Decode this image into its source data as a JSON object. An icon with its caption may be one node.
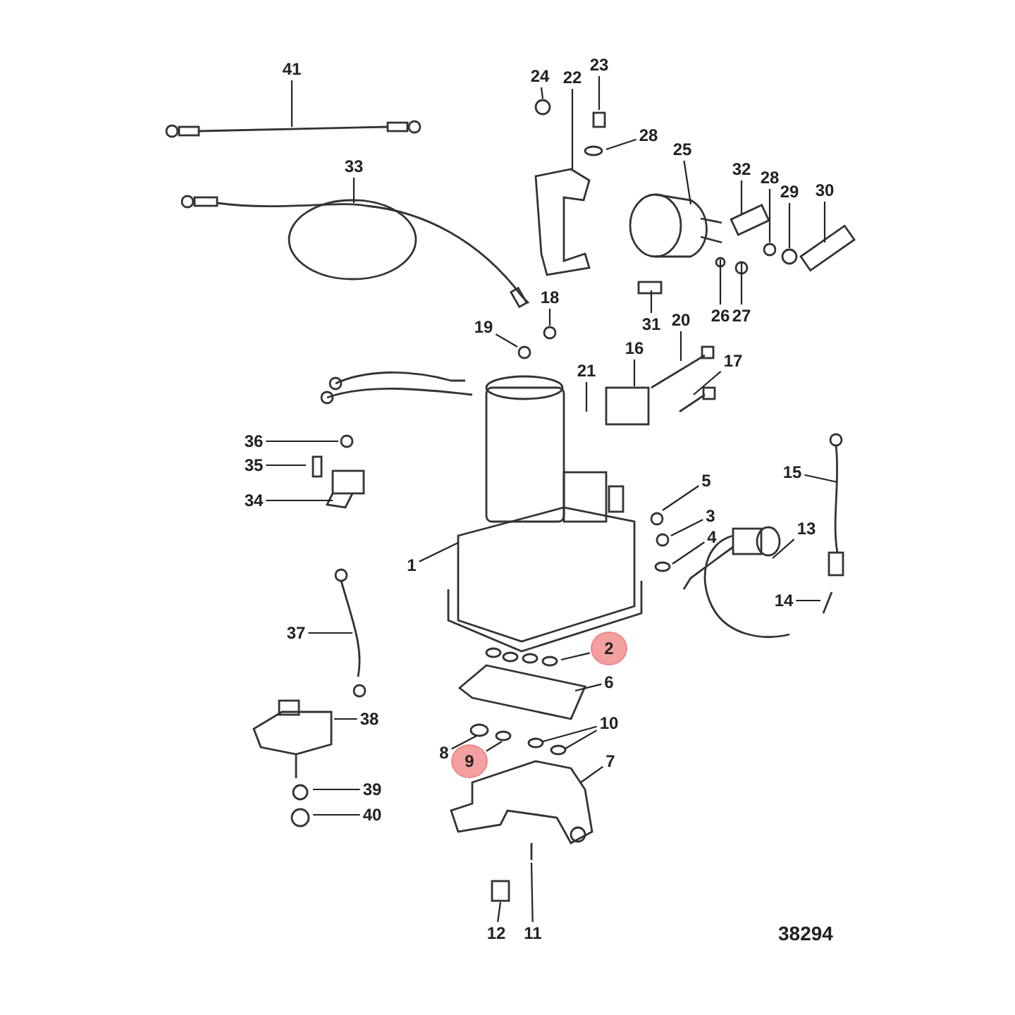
{
  "diagram": {
    "nodes": [
      {
        "text": [
          "41"
        ]
      },
      {
        "text": [
          "24"
        ]
      },
      {
        "text": [
          "22"
        ]
      },
      {
        "text": [
          "23"
        ]
      },
      {
        "text": [
          "28"
        ]
      },
      {
        "text": [
          "25"
        ]
      },
      {
        "text": [
          "32"
        ]
      },
      {
        "text": [
          "28"
        ]
      },
      {
        "text": [
          "29"
        ]
      },
      {
        "text": [
          "30"
        ]
      },
      {
        "text": [
          "33"
        ]
      },
      {
        "text": [
          "18"
        ]
      },
      {
        "text": [
          "19"
        ]
      },
      {
        "text": [
          "31"
        ]
      },
      {
        "text": [
          "26"
        ]
      },
      {
        "text": [
          "27"
        ]
      },
      {
        "text": [
          "20"
        ]
      },
      {
        "text": [
          "16"
        ]
      },
      {
        "text": [
          "21"
        ]
      },
      {
        "text": [
          "17"
        ]
      },
      {
        "text": [
          "36"
        ]
      },
      {
        "text": [
          "35"
        ]
      },
      {
        "text": [
          "5"
        ]
      },
      {
        "text": [
          "34"
        ]
      },
      {
        "text": [
          "15"
        ]
      },
      {
        "text": [
          "3"
        ]
      },
      {
        "text": [
          "13"
        ]
      },
      {
        "text": [
          "4"
        ]
      },
      {
        "text": [
          "1"
        ]
      },
      {
        "text": [
          "14"
        ]
      },
      {
        "text": [
          "37"
        ]
      },
      {
        "text": [
          "2"
        ]
      },
      {
        "text": [
          "6"
        ]
      },
      {
        "text": [
          "38"
        ]
      },
      {
        "text": [
          "10"
        ]
      },
      {
        "text": [
          "8"
        ]
      },
      {
        "text": [
          "9"
        ]
      },
      {
        "text": [
          "7"
        ]
      },
      {
        "text": [
          "39"
        ]
      },
      {
        "text": [
          "40"
        ]
      },
      {
        "text": [
          "12"
        ]
      },
      {
        "text": [
          "11"
        ]
      }
    ],
    "edges": [
      {
        "from": 0,
        "to": null,
        "arrow": "none"
      },
      {
        "from": 1,
        "to": null,
        "arrow": "none"
      },
      {
        "from": 2,
        "to": null,
        "arrow": "none"
      },
      {
        "from": 3,
        "to": null,
        "arrow": "none"
      },
      {
        "from": 4,
        "to": null,
        "arrow": "none"
      },
      {
        "from": 5,
        "to": null,
        "arrow": "none"
      },
      {
        "from": 6,
        "to": null,
        "arrow": "none"
      },
      {
        "from": 7,
        "to": null,
        "arrow": "none"
      },
      {
        "from": 8,
        "to": null,
        "arrow": "none"
      },
      {
        "from": 9,
        "to": null,
        "arrow": "none"
      },
      {
        "from": 10,
        "to": null,
        "arrow": "none"
      },
      {
        "from": 11,
        "to": null,
        "arrow": "none"
      },
      {
        "from": 12,
        "to": null,
        "arrow": "none"
      },
      {
        "from": 13,
        "to": null,
        "arrow": "none"
      },
      {
        "from": 14,
        "to": null,
        "arrow": "none"
      },
      {
        "from": 15,
        "to": null,
        "arrow": "none"
      },
      {
        "from": 16,
        "to": null,
        "arrow": "none"
      },
      {
        "from": 17,
        "to": null,
        "arrow": "none"
      },
      {
        "from": 18,
        "to": null,
        "arrow": "none"
      },
      {
        "from": 19,
        "to": null,
        "arrow": "none"
      },
      {
        "from": 20,
        "to": null,
        "arrow": "none"
      },
      {
        "from": 21,
        "to": null,
        "arrow": "none"
      },
      {
        "from": 22,
        "to": null,
        "arrow": "none"
      },
      {
        "from": 23,
        "to": null,
        "arrow": "none"
      },
      {
        "from": 24,
        "to": null,
        "arrow": "none"
      },
      {
        "from": 25,
        "to": null,
        "arrow": "none"
      },
      {
        "from": 26,
        "to": null,
        "arrow": "none"
      },
      {
        "from": 27,
        "to": null,
        "arrow": "none"
      },
      {
        "from": 28,
        "to": null,
        "arrow": "none"
      },
      {
        "from": 29,
        "to": null,
        "arrow": "none"
      },
      {
        "from": 30,
        "to": null,
        "arrow": "none"
      },
      {
        "from": 31,
        "to": null,
        "arrow": "none"
      },
      {
        "from": 32,
        "to": null,
        "arrow": "none"
      },
      {
        "from": 33,
        "to": null,
        "arrow": "none"
      },
      {
        "from": 34,
        "to": null,
        "arrow": "none"
      },
      {
        "from": 34,
        "to": null,
        "arrow": "none"
      },
      {
        "from": 35,
        "to": null,
        "arrow": "none"
      },
      {
        "from": 36,
        "to": null,
        "arrow": "none"
      },
      {
        "from": 37,
        "to": null,
        "arrow": "none"
      },
      {
        "from": 38,
        "to": null,
        "arrow": "none"
      },
      {
        "from": 39,
        "to": null,
        "arrow": "none"
      },
      {
        "from": 40,
        "to": null,
        "arrow": "none"
      },
      {
        "from": 41,
        "to": null,
        "arrow": "none"
      }
    ],
    "labels": [
      "38294"
    ]
  }
}
